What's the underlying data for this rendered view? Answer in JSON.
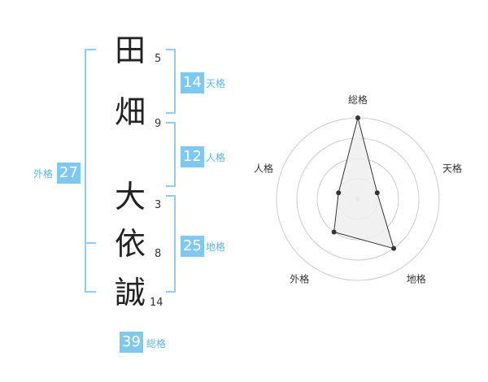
{
  "characters": [
    {
      "char": "田",
      "strokes": "5"
    },
    {
      "char": "畑",
      "strokes": "9"
    },
    {
      "char": "大",
      "strokes": "3"
    },
    {
      "char": "依",
      "strokes": "8"
    },
    {
      "char": "誠",
      "strokes": "14"
    }
  ],
  "kakusu": {
    "ten": {
      "value": "14",
      "label": "天格"
    },
    "jin": {
      "value": "12",
      "label": "人格"
    },
    "chi": {
      "value": "25",
      "label": "地格"
    },
    "gai": {
      "value": "27",
      "label": "外格"
    },
    "so": {
      "value": "39",
      "label": "総格"
    }
  },
  "colors": {
    "accent": "#81c8f1",
    "bracket": "#8fccee"
  },
  "chart_data": {
    "type": "radar",
    "axes": [
      "総格",
      "天格",
      "地格",
      "外格",
      "人格"
    ],
    "values": [
      4,
      1,
      3,
      2,
      1
    ],
    "range": [
      0,
      4
    ],
    "grid": true,
    "rings": 4
  }
}
